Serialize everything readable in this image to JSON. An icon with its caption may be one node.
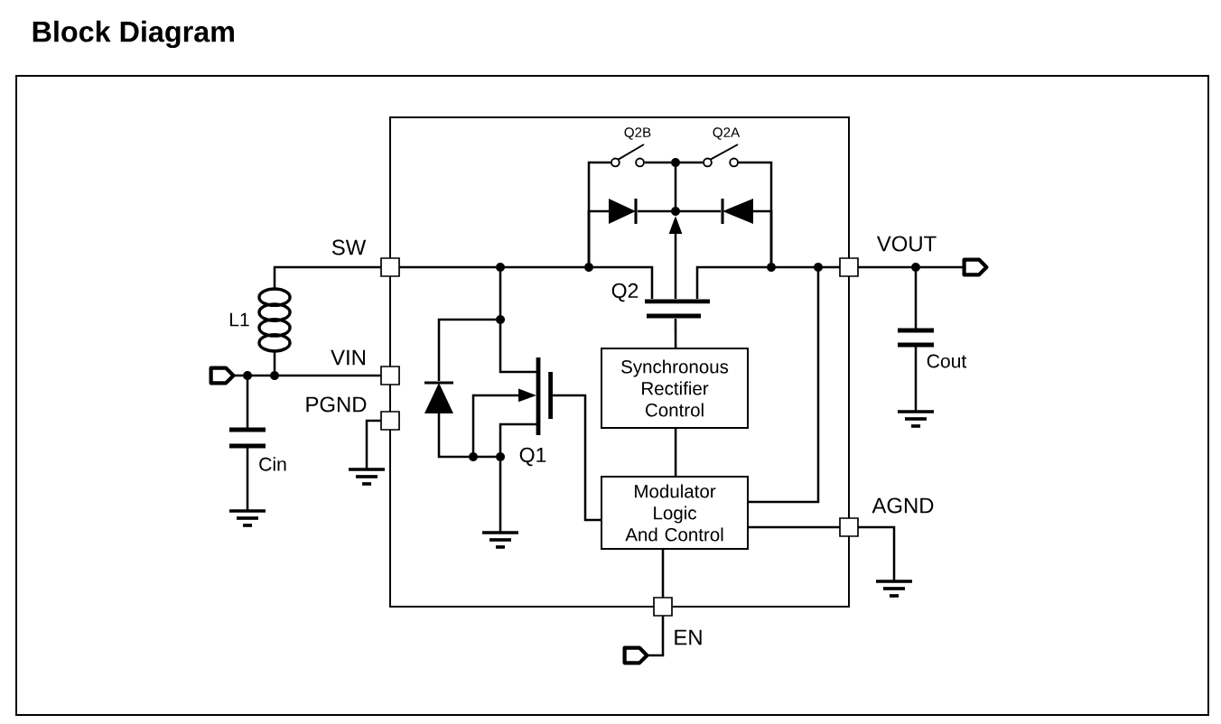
{
  "diagram": {
    "title": "Block Diagram",
    "nodes": [
      {
        "text": [],
        "shape": "box"
      },
      {
        "text": [
          "Q2B"
        ],
        "in": 0
      },
      {
        "text": [],
        "shape": "dot",
        "in": 0
      },
      {
        "text": [
          "Q2A"
        ],
        "in": 0
      },
      {
        "text": [],
        "shape": "diode",
        "in": 0
      },
      {
        "text": [],
        "shape": "dot",
        "in": 0
      },
      {
        "text": [],
        "shape": "diode",
        "in": 0
      },
      {
        "text": [
          "SW"
        ]
      },
      {
        "text": [],
        "shape": "dot",
        "in": 0
      },
      {
        "text": [],
        "shape": "dot",
        "in": 0
      },
      {
        "text": [
          "Q2"
        ],
        "in": 0
      },
      {
        "text": [],
        "shape": "dot",
        "in": 0
      },
      {
        "text": [],
        "shape": "dot",
        "in": 0
      },
      {
        "text": [
          "VOUT"
        ]
      },
      {
        "text": [],
        "shape": "dot"
      },
      {
        "text": [],
        "shape": "pentagon"
      },
      {
        "text": [
          "L1"
        ]
      },
      {
        "text": [],
        "shape": "dot",
        "in": 0
      },
      {
        "text": [
          "Cout"
        ]
      },
      {
        "text": [
          "Synchronous Rectifier Control"
        ],
        "in": 0
      },
      {
        "text": [
          "VIN"
        ]
      },
      {
        "text": [],
        "shape": "pentagon"
      },
      {
        "text": [],
        "shape": "dot"
      },
      {
        "text": [],
        "shape": "dot"
      },
      {
        "text": [],
        "shape": "diode",
        "in": 0
      },
      {
        "text": [
          "Q1"
        ],
        "in": 0
      },
      {
        "text": [
          "PGND"
        ]
      },
      {
        "text": [
          "Cin"
        ]
      },
      {
        "text": [],
        "shape": "ground"
      },
      {
        "text": [],
        "shape": "ground"
      },
      {
        "text": [],
        "shape": "dot",
        "in": 0
      },
      {
        "text": [],
        "shape": "dot",
        "in": 0
      },
      {
        "text": [
          "Modulator Logic And Control"
        ],
        "in": 0
      },
      {
        "text": [
          "AGND"
        ]
      },
      {
        "text": [],
        "shape": "ground"
      },
      {
        "text": [],
        "shape": "ground",
        "in": 0
      },
      {
        "text": [],
        "shape": "ground"
      },
      {
        "text": [
          "EN"
        ]
      },
      {
        "text": [],
        "shape": "pentagon"
      }
    ],
    "edges": [
      {
        "from": 21,
        "to": 22,
        "arrow": "none"
      },
      {
        "from": 22,
        "to": 23,
        "arrow": "none"
      },
      {
        "from": 23,
        "to": 20,
        "arrow": "none"
      },
      {
        "from": 22,
        "to": 27,
        "arrow": "none"
      },
      {
        "from": 27,
        "to": 34,
        "arrow": "none"
      },
      {
        "from": 23,
        "to": 16,
        "arrow": "none"
      },
      {
        "from": 16,
        "to": 7,
        "arrow": "none"
      },
      {
        "from": 26,
        "to": 29,
        "arrow": "none"
      },
      {
        "from": 7,
        "to": 8,
        "arrow": "none"
      },
      {
        "from": 8,
        "to": 17,
        "arrow": "none"
      },
      {
        "from": 8,
        "to": 9,
        "arrow": "none"
      },
      {
        "from": 17,
        "to": 24,
        "arrow": "none"
      },
      {
        "from": 17,
        "to": 25,
        "arrow": "none"
      },
      {
        "from": 30,
        "to": 25,
        "arrow": "to"
      },
      {
        "from": 25,
        "to": 31,
        "arrow": "none"
      },
      {
        "from": 24,
        "to": 30,
        "arrow": "none"
      },
      {
        "from": 30,
        "to": 31,
        "arrow": "none"
      },
      {
        "from": 31,
        "to": 35,
        "arrow": "none"
      },
      {
        "from": 25,
        "to": 32,
        "arrow": "none"
      },
      {
        "from": 9,
        "to": 10,
        "arrow": "none"
      },
      {
        "from": 9,
        "to": 1,
        "arrow": "none"
      },
      {
        "from": 9,
        "to": 4,
        "arrow": "none"
      },
      {
        "from": 1,
        "to": 2,
        "arrow": "none"
      },
      {
        "from": 2,
        "to": 3,
        "arrow": "none"
      },
      {
        "from": 3,
        "to": 11,
        "arrow": "none"
      },
      {
        "from": 6,
        "to": 11,
        "arrow": "none"
      },
      {
        "from": 2,
        "to": 5,
        "arrow": "none"
      },
      {
        "from": 4,
        "to": 5,
        "arrow": "none"
      },
      {
        "from": 5,
        "to": 6,
        "arrow": "none"
      },
      {
        "from": 10,
        "to": 5,
        "arrow": "to"
      },
      {
        "from": 10,
        "to": 11,
        "arrow": "none"
      },
      {
        "from": 11,
        "to": 12,
        "arrow": "none"
      },
      {
        "from": 12,
        "to": 13,
        "arrow": "none"
      },
      {
        "from": 12,
        "to": 32,
        "arrow": "none"
      },
      {
        "from": 10,
        "to": 19,
        "arrow": "none"
      },
      {
        "from": 19,
        "to": 32,
        "arrow": "none"
      },
      {
        "from": 32,
        "to": 33,
        "arrow": "none"
      },
      {
        "from": 33,
        "to": 36,
        "arrow": "none"
      },
      {
        "from": 32,
        "to": 37,
        "arrow": "none"
      },
      {
        "from": 37,
        "to": 38,
        "arrow": "none"
      },
      {
        "from": 13,
        "to": 14,
        "arrow": "none"
      },
      {
        "from": 14,
        "to": 15,
        "arrow": "none"
      },
      {
        "from": 14,
        "to": 18,
        "arrow": "none"
      },
      {
        "from": 18,
        "to": 28,
        "arrow": "none"
      }
    ]
  }
}
